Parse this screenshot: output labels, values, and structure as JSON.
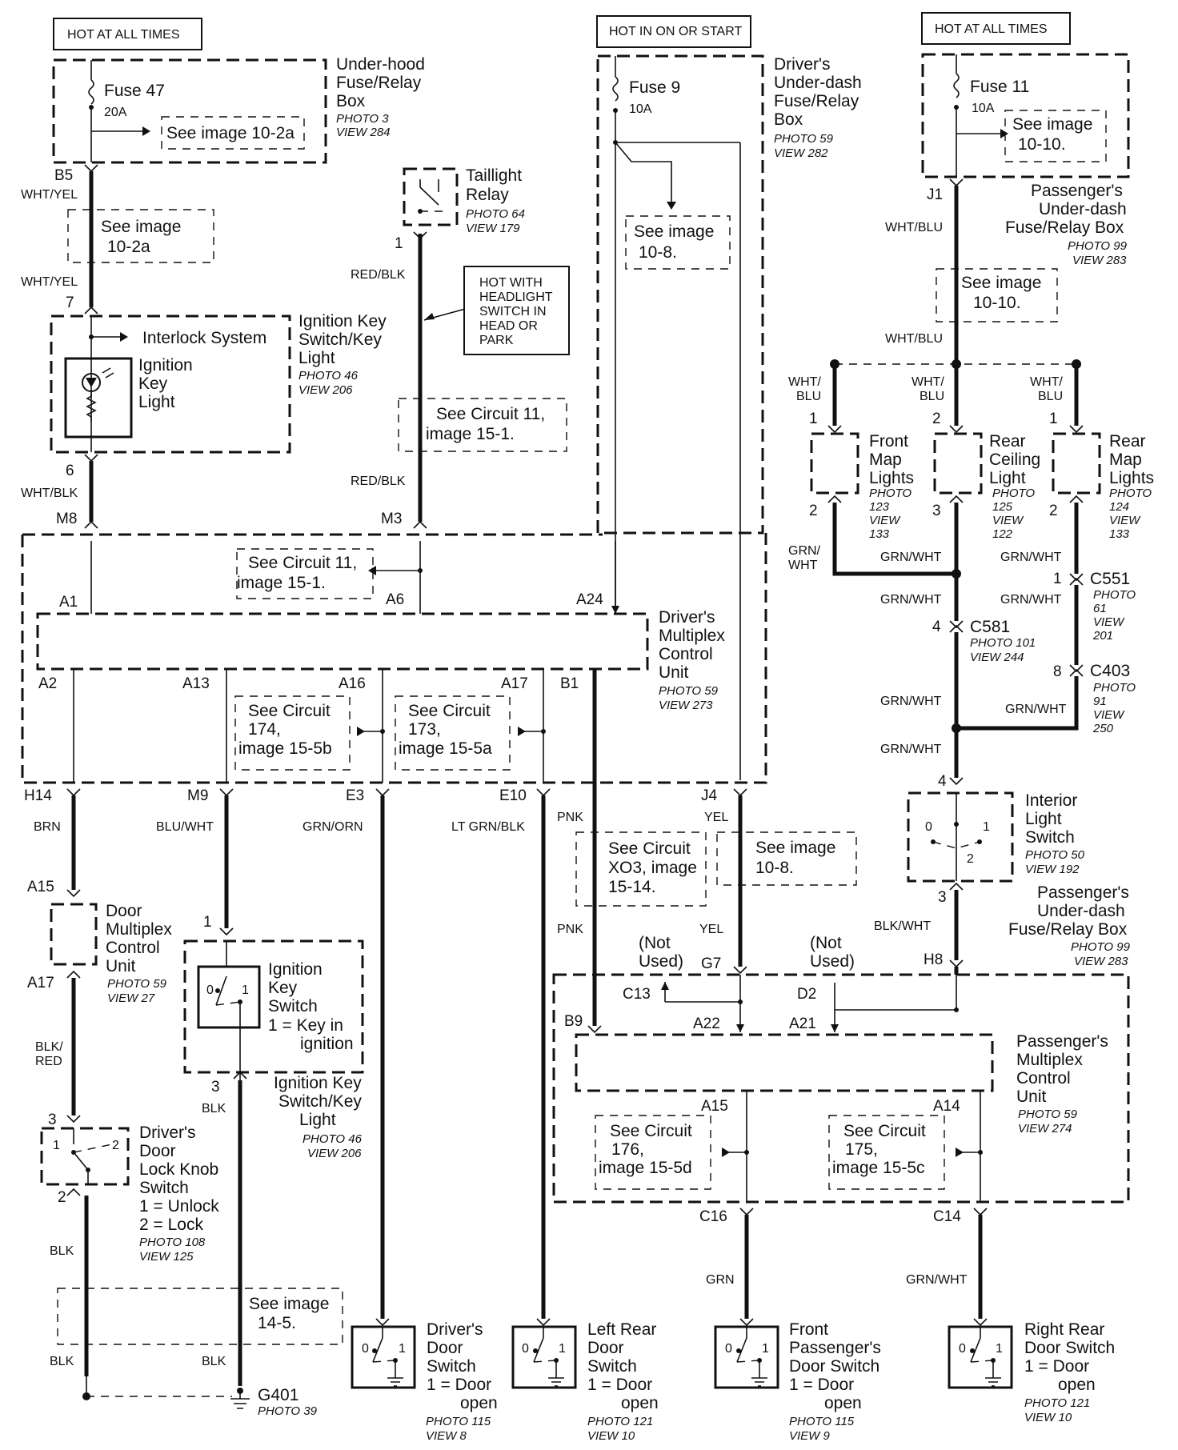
{
  "headers": {
    "hot_always_1": "HOT AT ALL TIMES",
    "hot_on_start": "HOT IN ON OR START",
    "hot_always_2": "HOT AT ALL TIMES",
    "hot_headlight": [
      "HOT WITH",
      "HEADLIGHT",
      "SWITCH IN",
      "HEAD OR",
      "PARK"
    ]
  },
  "fuses": {
    "f47": {
      "name": "Fuse 47",
      "rating": "20A"
    },
    "f9": {
      "name": "Fuse 9",
      "rating": "10A"
    },
    "f11": {
      "name": "Fuse 11",
      "rating": "10A"
    }
  },
  "components": {
    "underhood_box": {
      "lines": [
        "Under-hood",
        "Fuse/Relay",
        "Box"
      ],
      "photo": "PHOTO 3",
      "view": "VIEW 284"
    },
    "driver_underdash": {
      "lines": [
        "Driver's",
        "Under-dash",
        "Fuse/Relay",
        "Box"
      ],
      "photo": "PHOTO 59",
      "view": "VIEW 282"
    },
    "pass_underdash_top": {
      "lines": [
        "Passenger's",
        "Under-dash",
        "Fuse/Relay Box"
      ],
      "photo": "PHOTO 99",
      "view": "VIEW 283"
    },
    "taillight_relay": {
      "lines": [
        "Taillight",
        "Relay"
      ],
      "photo": "PHOTO 64",
      "view": "VIEW 179"
    },
    "interlock": "Interlock System",
    "ign_key_light_inner": [
      "Ignition",
      "Key",
      "Light"
    ],
    "ign_key_switch_light": {
      "lines": [
        "Ignition Key",
        "Switch/Key",
        "Light"
      ],
      "photo": "PHOTO 46",
      "view": "VIEW 206"
    },
    "front_map": {
      "lines": [
        "Front",
        "Map",
        "Lights"
      ],
      "photo": "PHOTO",
      "photo_no": "123",
      "view": "VIEW",
      "view_no": "133"
    },
    "rear_ceiling": {
      "lines": [
        "Rear",
        "Ceiling",
        "Light"
      ],
      "photo": "PHOTO",
      "photo_no": "125",
      "view": "VIEW",
      "view_no": "122"
    },
    "rear_map": {
      "lines": [
        "Rear",
        "Map",
        "Lights"
      ],
      "photo": "PHOTO",
      "photo_no": "124",
      "view": "VIEW",
      "view_no": "133"
    },
    "c551": {
      "name": "C551",
      "photo": "PHOTO",
      "photo_no": "61",
      "view": "VIEW",
      "view_no": "201"
    },
    "c581": {
      "name": "C581",
      "photo": "PHOTO 101",
      "view": "VIEW 244"
    },
    "c403": {
      "name": "C403",
      "photo": "PHOTO",
      "photo_no": "91",
      "view": "VIEW",
      "view_no": "250"
    },
    "driver_mcu": {
      "lines": [
        "Driver's",
        "Multiplex",
        "Control",
        "Unit"
      ],
      "photo": "PHOTO 59",
      "view": "VIEW 273"
    },
    "interior_switch": {
      "lines": [
        "Interior",
        "Light",
        "Switch"
      ],
      "photo": "PHOTO 50",
      "view": "VIEW 192"
    },
    "pass_underdash_bottom": {
      "lines": [
        "Passenger's",
        "Under-dash",
        "Fuse/Relay Box"
      ],
      "photo": "PHOTO 99",
      "view": "VIEW 283"
    },
    "door_mcu": {
      "lines": [
        "Door",
        "Multiplex",
        "Control",
        "Unit"
      ],
      "photo": "PHOTO 59",
      "view": "VIEW 27"
    },
    "ign_key_switch": {
      "lines": [
        "Ignition",
        "Key",
        "Switch",
        "1 =  Key in",
        "ignition"
      ]
    },
    "ign_key_switch_light_2": {
      "lines": [
        "Ignition Key",
        "Switch/Key",
        "Light"
      ],
      "photo": "PHOTO 46",
      "view": "VIEW 206"
    },
    "lock_knob": {
      "lines": [
        "Driver's",
        "Door",
        "Lock Knob",
        "Switch",
        "1 =  Unlock",
        "2 =  Lock"
      ],
      "photo": "PHOTO 108",
      "view": "VIEW 125"
    },
    "pass_mcu": {
      "lines": [
        "Passenger's",
        "Multiplex",
        "Control",
        "Unit"
      ],
      "photo": "PHOTO 59",
      "view": "VIEW 274"
    },
    "not_used_1": [
      "(Not",
      "Used)"
    ],
    "not_used_2": [
      "(Not",
      "Used)"
    ],
    "g401": {
      "name": "G401",
      "photo": "PHOTO 39"
    },
    "door_driver": {
      "lines": [
        "Driver's",
        "Door",
        "Switch",
        "1 =  Door",
        "open"
      ],
      "photo": "PHOTO 115",
      "view": "VIEW 8"
    },
    "door_left_rear": {
      "lines": [
        "Left Rear",
        "Door",
        "Switch",
        "1 =  Door",
        "open"
      ],
      "photo": "PHOTO 121",
      "view": "VIEW 10"
    },
    "door_front_pass": {
      "lines": [
        "Front",
        "Passenger's",
        "Door Switch",
        "1 =  Door",
        "open"
      ],
      "photo": "PHOTO 115",
      "view": "VIEW 9"
    },
    "door_right_rear": {
      "lines": [
        "Right Rear",
        "Door Switch",
        "1 =  Door",
        "open"
      ],
      "photo": "PHOTO 121",
      "view": "VIEW 10"
    }
  },
  "refs": {
    "r_10_2a_a": [
      "See image 10-2a"
    ],
    "r_10_2a_b": [
      "See image",
      "10-2a"
    ],
    "r_10_8_a": [
      "See image",
      "10-8."
    ],
    "r_10_10_a": [
      "See image",
      "10-10."
    ],
    "r_10_10_b": [
      "See image",
      "10-10."
    ],
    "r_c11_a": [
      "See Circuit 11,",
      "image 15-1."
    ],
    "r_c11_b": [
      "See Circuit 11,",
      "image 15-1."
    ],
    "r_c174": [
      "See Circuit",
      "174,",
      "image 15-5b"
    ],
    "r_c173": [
      "See Circuit",
      "173,",
      "image 15-5a"
    ],
    "r_xo3": [
      "See Circuit",
      "XO3, image",
      "15-14."
    ],
    "r_10_8_b": [
      "See image",
      "10-8."
    ],
    "r_14_5": [
      "See image",
      "14-5."
    ],
    "r_c176": [
      "See Circuit",
      "176,",
      "image 15-5d"
    ],
    "r_c175": [
      "See Circuit",
      "175,",
      "image 15-5c"
    ]
  },
  "wires": {
    "wht_yel": "WHT/YEL",
    "wht_blk": "WHT/BLK",
    "red_blk": "RED/BLK",
    "wht_blu": "WHT/BLU",
    "wht_blu_split": [
      "WHT/",
      "BLU"
    ],
    "grn_wht": "GRN/WHT",
    "grn_wht_split": [
      "GRN/",
      "WHT"
    ],
    "brn": "BRN",
    "blu_wht": "BLU/WHT",
    "grn_orn": "GRN/ORN",
    "lt_grn_blk": "LT GRN/BLK",
    "pnk": "PNK",
    "yel": "YEL",
    "blk_red": [
      "BLK/",
      "RED"
    ],
    "blk": "BLK",
    "blk_wht": "BLK/WHT",
    "grn": "GRN"
  },
  "pins": {
    "B5": "B5",
    "p7": "7",
    "p6": "6",
    "M8": "M8",
    "M3": "M3",
    "p1_relay": "1",
    "J1": "J1",
    "A1": "A1",
    "A6": "A6",
    "A24": "A24",
    "A2": "A2",
    "A13": "A13",
    "A16": "A16",
    "A17": "A17",
    "B1": "B1",
    "H14": "H14",
    "M9": "M9",
    "E3": "E3",
    "E10": "E10",
    "J4": "J4",
    "A15": "A15",
    "A17b": "A17",
    "p1_ign": "1",
    "p3_ign": "3",
    "p3_knob": "3",
    "p2_knob": "2",
    "G7": "G7",
    "H8": "H8",
    "C13": "C13",
    "D2": "D2",
    "B9": "B9",
    "A22": "A22",
    "A21": "A21",
    "A15b": "A15",
    "A14": "A14",
    "C16": "C16",
    "C14": "C14",
    "fm1": "1",
    "fm2": "2",
    "rc2": "2",
    "rc3": "3",
    "rm1": "1",
    "rm2": "2",
    "c551_1": "1",
    "c581_4": "4",
    "c403_8": "8",
    "isw4": "4",
    "isw3": "3",
    "sw0": "0",
    "sw1": "1",
    "sw2": "2"
  }
}
